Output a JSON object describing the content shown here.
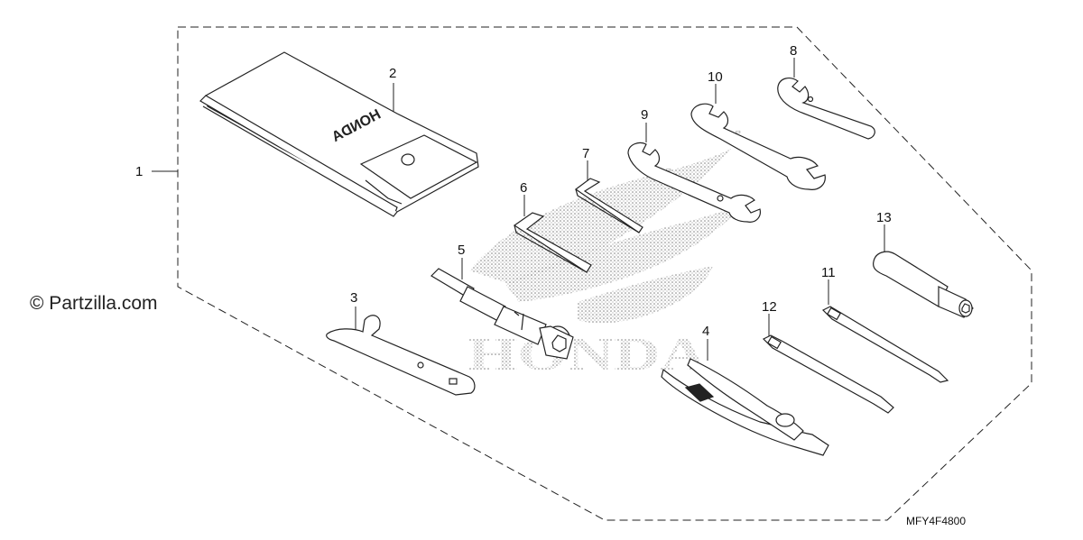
{
  "watermark": "© Partzilla.com",
  "diagram_code": "MFY4F4800",
  "background_logo_text": "HONDA",
  "pouch_text": "HONDA",
  "callouts": [
    "1",
    "2",
    "3",
    "4",
    "5",
    "6",
    "7",
    "8",
    "9",
    "10",
    "11",
    "12",
    "13"
  ]
}
